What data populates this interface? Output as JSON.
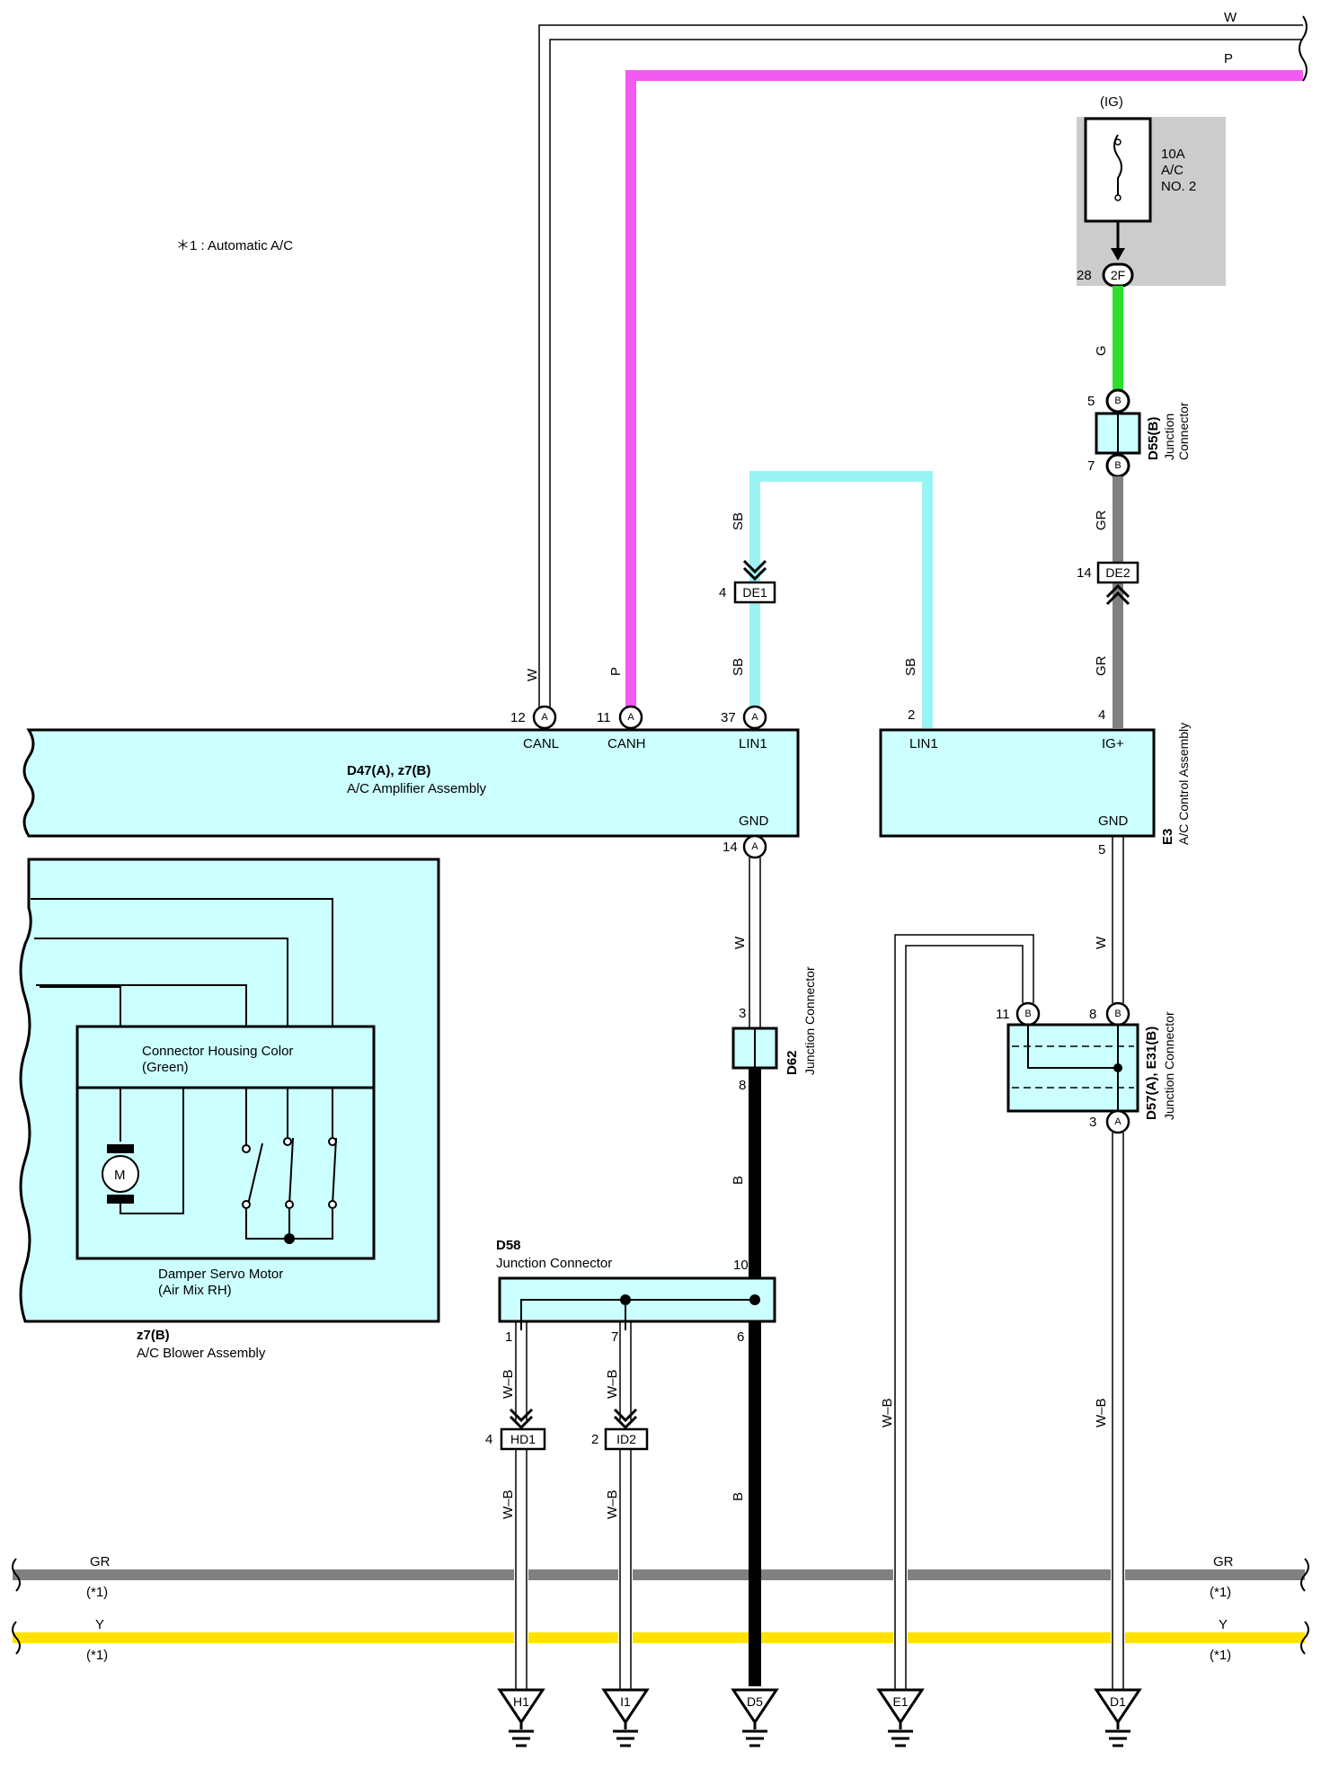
{
  "note": "＊1 : Automatic A/C",
  "fuse": {
    "circuit": "(IG)",
    "line1": "10A",
    "line2": "A/C",
    "line3": "NO. 2",
    "pin_no": "28",
    "pin_id": "2F"
  },
  "wires": {
    "w_top": "W",
    "p_top": "P",
    "w": "W",
    "p": "P",
    "sb": "SB",
    "g": "G",
    "gr": "GR",
    "b": "B",
    "wb": "W–B",
    "y": "Y",
    "star1": "(*1)"
  },
  "amplifier": {
    "name": "D47(A), z7(B)",
    "desc": "A/C Amplifier Assembly",
    "pins": [
      {
        "no": "12",
        "id": "A",
        "label": "CANL"
      },
      {
        "no": "11",
        "id": "A",
        "label": "CANH"
      },
      {
        "no": "37",
        "id": "A",
        "label": "LIN1"
      },
      {
        "no": "14",
        "id": "A",
        "label": "GND"
      }
    ]
  },
  "control": {
    "name": "E3",
    "desc": "A/C Control Assembly",
    "pins": [
      {
        "no": "2",
        "label": "LIN1"
      },
      {
        "no": "4",
        "label": "IG+"
      },
      {
        "no": "5",
        "label": "GND"
      }
    ]
  },
  "blower": {
    "name": "z7(B)",
    "desc": "A/C Blower Assembly",
    "housing_line1": "Connector Housing Color",
    "housing_line2": "(Green)",
    "motor_letter": "M",
    "servo_line1": "Damper Servo Motor",
    "servo_line2": "(Air Mix RH)"
  },
  "d55": {
    "name": "D55(B)",
    "desc1": "Junction",
    "desc2": "Connector",
    "pin_top": "5",
    "pin_bottom": "7",
    "pin_id": "B"
  },
  "de1": {
    "no": "4",
    "id": "DE1"
  },
  "de2": {
    "no": "14",
    "id": "DE2"
  },
  "d62": {
    "name": "D62",
    "desc": "Junction Connector",
    "pin_top": "3",
    "pin_bottom": "8"
  },
  "d57": {
    "name": "D57(A), E31(B)",
    "desc": "Junction Connector",
    "pin_11": "11",
    "pin_8": "8",
    "pin_3": "3",
    "id_b": "B",
    "id_a": "A"
  },
  "d58": {
    "name": "D58",
    "desc": "Junction Connector",
    "pin_10": "10",
    "pin_1": "1",
    "pin_7": "7",
    "pin_6": "6"
  },
  "hd1": {
    "no": "4",
    "id": "HD1"
  },
  "id2": {
    "no": "2",
    "id": "ID2"
  },
  "grounds": [
    "H1",
    "I1",
    "D5",
    "E1",
    "D1"
  ],
  "colors": {
    "pink": "#f25af2",
    "cyan": "#9af4f4",
    "green": "#2ee02e",
    "gray": "#808080",
    "yellow": "#ffe200",
    "black": "#000000",
    "panel": "#ccffff",
    "fusebox": "#cccccc"
  }
}
